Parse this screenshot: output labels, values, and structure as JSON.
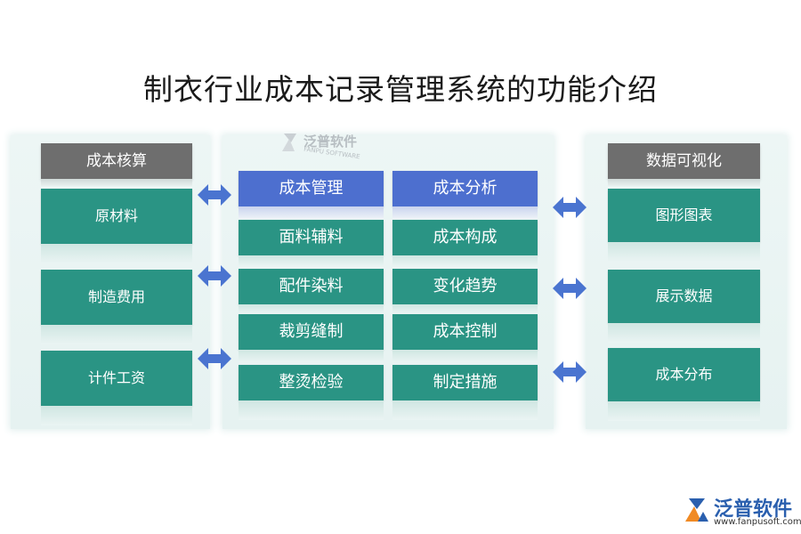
{
  "title": "制衣行业成本记录管理系统的功能介绍",
  "left": {
    "header": "成本核算",
    "items": [
      "原材料",
      "制造费用",
      "计件工资"
    ]
  },
  "middle": {
    "columns": [
      {
        "header": "成本管理",
        "items": [
          "面料辅料",
          "配件染料",
          "裁剪缝制",
          "整烫检验"
        ]
      },
      {
        "header": "成本分析",
        "items": [
          "成本构成",
          "变化趋势",
          "成本控制",
          "制定措施"
        ]
      }
    ]
  },
  "right": {
    "header": "数据可视化",
    "items": [
      "图形图表",
      "展示数据",
      "成本分布"
    ]
  },
  "watermark": {
    "name": "泛普软件",
    "sub": "FANPU SOFTWARE"
  },
  "logo": {
    "name": "泛普软件",
    "url": "www.fanpusoft.com"
  },
  "colors": {
    "green": "#2a9484",
    "blue": "#4d6fcf",
    "gray_header": "#6e6e6e",
    "arrow": "#4a74d0",
    "logo_blue": "#2a5fae",
    "logo_orange": "#f08a24"
  },
  "icons": [
    "double-arrow-icon",
    "fanpu-logo-icon"
  ]
}
